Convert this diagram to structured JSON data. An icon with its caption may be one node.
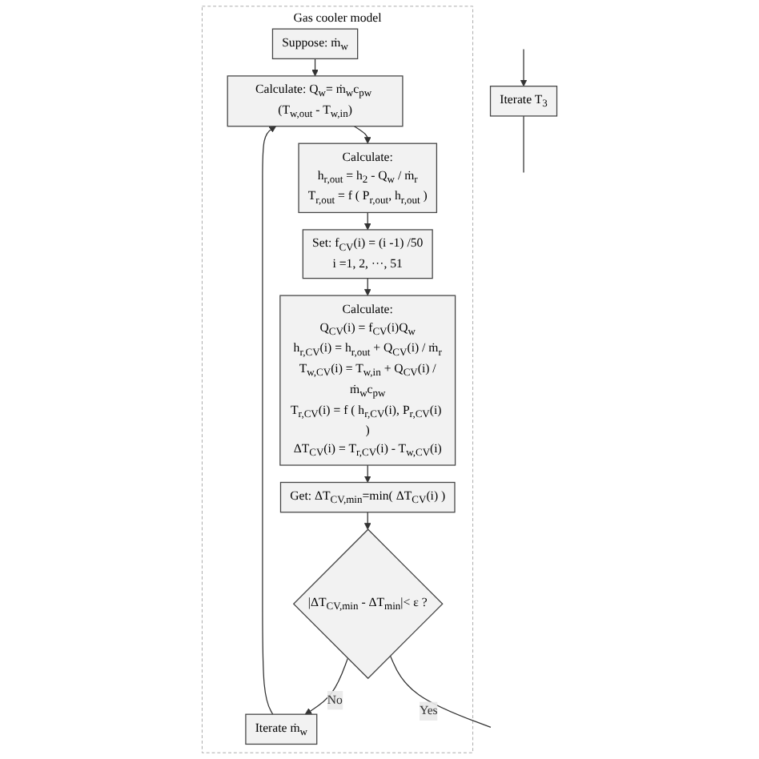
{
  "diagram": {
    "nodes": [
      {
        "text": [
          "Gas cooler model"
        ]
      },
      {
        "text": [
          "Suppose: ṁ$_{w}$"
        ],
        "in": 0
      },
      {
        "text": [
          "Calculate: Q$_{w}$= ṁ$_{w}$c$_{pw}$ (T$_{w,out}$ - T$_{w,in}$)"
        ],
        "in": 0
      },
      {
        "text": [
          "Calculate:",
          "h$_{r,out}$ = h$_{2}$ - Q$_{w}$ / ṁ$_{r}$",
          "T$_{r,out}$ = f ( P$_{r,out}$, h$_{r,out}$ )"
        ],
        "in": 0
      },
      {
        "text": [
          "Set: f$_{CV}$(i) = (i -1) /50",
          "i =1, 2, ···, 51"
        ],
        "in": 0
      },
      {
        "text": [
          "Calculate:",
          "Q$_{CV}$(i) = f$_{CV}$(i)Q$_{w}$",
          "h$_{r,CV}$(i) = h$_{r,out}$ + Q$_{CV}$(i) / ṁ$_{r}$",
          "T$_{w,CV}$(i) = T$_{w,in}$ + Q$_{CV}$(i) /ṁ$_{w}$c$_{pw}$",
          "T$_{r,CV}$(i) = f ( h$_{r,CV}$(i), P$_{r,CV}$(i) )",
          "ΔT$_{CV}$(i) = T$_{r,CV}$(i) - T$_{w,CV}$(i)"
        ],
        "in": 0
      },
      {
        "text": [
          "Get: ΔT$_{CV,min}$=min( ΔT$_{CV}$(i) )"
        ],
        "in": 0
      },
      {
        "text": [
          "|ΔT$_{CV,min}$ - ΔT$_{min}$|< ε ?"
        ],
        "in": 0
      },
      {
        "text": [
          "Iterate ṁ$_{w}$"
        ],
        "in": 0
      },
      {
        "text": [
          "Iterate T$_{3}$"
        ]
      }
    ],
    "edges": [
      {
        "from": 1,
        "to": 2,
        "arrow": "to"
      },
      {
        "from": 2,
        "to": 3,
        "arrow": "to"
      },
      {
        "from": 3,
        "to": 4,
        "arrow": "to"
      },
      {
        "from": 4,
        "to": 5,
        "arrow": "to"
      },
      {
        "from": 5,
        "to": 6,
        "arrow": "to"
      },
      {
        "from": 6,
        "to": 7,
        "arrow": "to"
      },
      {
        "from": 7,
        "to": 8,
        "label": "No",
        "arrow": "to"
      },
      {
        "from": 8,
        "to": 2,
        "arrow": "to"
      },
      {
        "from": 7,
        "to": null,
        "label": "Yes",
        "arrow": "none"
      },
      {
        "from": null,
        "to": 9,
        "arrow": "to"
      },
      {
        "from": 9,
        "to": null,
        "arrow": "none"
      }
    ]
  }
}
